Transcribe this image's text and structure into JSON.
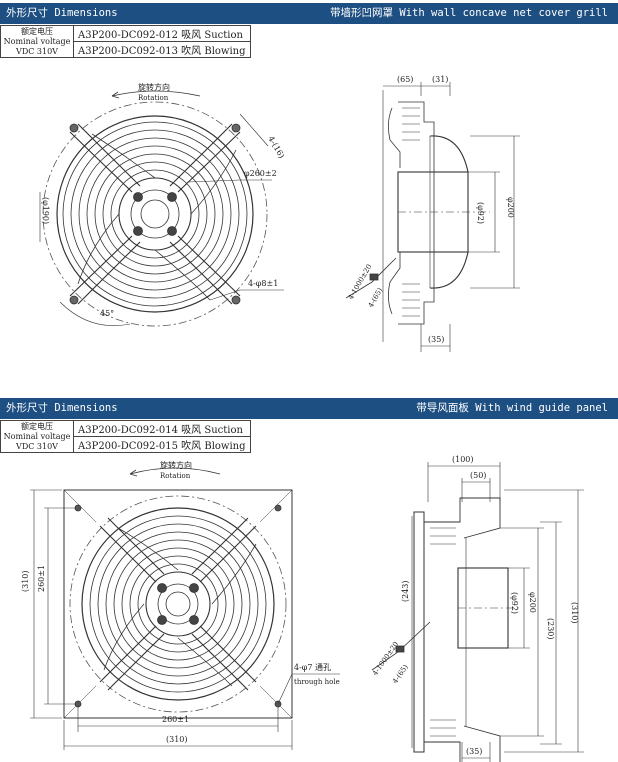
{
  "section1": {
    "header_left": "外形尺寸 Dimensions",
    "header_right": "带墙形凹网罩 With wall concave net cover grill",
    "voltage_label": [
      "额定电压",
      "Nominal voltage",
      "VDC 310V"
    ],
    "models": [
      "A3P200-DC092-012 吸风 Suction",
      "A3P200-DC092-013 吹风 Blowing"
    ],
    "rotation_cn": "旋转方向",
    "rotation_en": "Rotation",
    "dims": {
      "d16": "4-(16)",
      "d260": "φ260±2",
      "d190": "(φ190)",
      "d8": "4-φ8±1",
      "a45": "45°",
      "w65": "(65)",
      "w31": "(31)",
      "d92": "(φ92)",
      "d200": "φ200",
      "cable": "4-1000±20",
      "cable2": "4-(65)",
      "w35": "(35)"
    }
  },
  "section2": {
    "header_left": "外形尺寸 Dimensions",
    "header_right": "带导风面板 With wind guide panel",
    "voltage_label": [
      "额定电压",
      "Nominal voltage",
      "VDC 310V"
    ],
    "models": [
      "A3P200-DC092-014 吸风 Suction",
      "A3P200-DC092-015 吹风 Blowing"
    ],
    "rotation_cn": "旋转方向",
    "rotation_en": "Rotation",
    "dims": {
      "h310": "(310)",
      "h260": "260±1",
      "w260": "260±1",
      "w310": "(310)",
      "hole_cn": "4-φ7 通孔",
      "hole_en": "through hole",
      "w100": "(100)",
      "w50": "(50)",
      "h243": "(243)",
      "d92": "(φ92)",
      "d200": "φ200",
      "h230": "(230)",
      "h310r": "(310)",
      "cable": "4-1000±20",
      "cable2": "4-(65)",
      "w35": "(35)"
    }
  }
}
